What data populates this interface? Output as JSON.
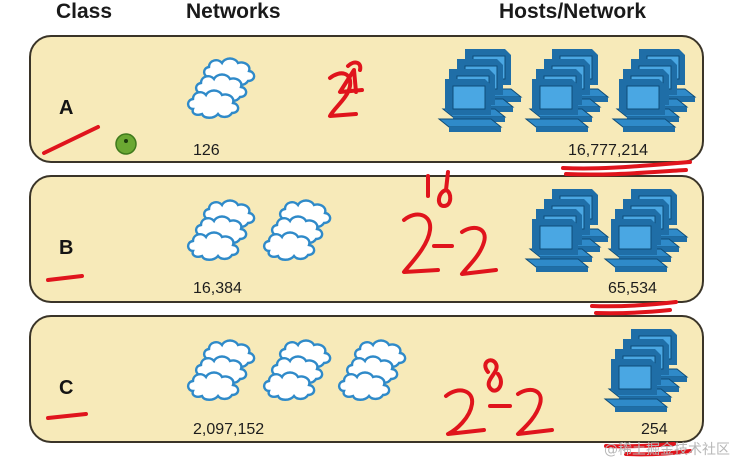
{
  "headers": {
    "class": "Class",
    "networks": "Networks",
    "hosts": "Hosts/Network"
  },
  "rows": [
    {
      "class": "A",
      "networks": "126",
      "hosts": "16,777,214",
      "network_icon_count": 1,
      "host_icon_count": 3,
      "handwritten_formula": "2^24"
    },
    {
      "class": "B",
      "networks": "16,384",
      "hosts": "65,534",
      "network_icon_count": 2,
      "host_icon_count": 2,
      "handwritten_formula": "2^16-2"
    },
    {
      "class": "C",
      "networks": "2,097,152",
      "hosts": "254",
      "network_icon_count": 3,
      "host_icon_count": 1,
      "handwritten_formula": "2^8-2"
    }
  ],
  "watermark": "@稀土掘金技术社区",
  "colors": {
    "panel": "#f7eab9",
    "border": "#3a3428",
    "icon_blue": "#2f8ac9",
    "ink_red": "#e0141c",
    "dot_green": "#6aa832"
  }
}
